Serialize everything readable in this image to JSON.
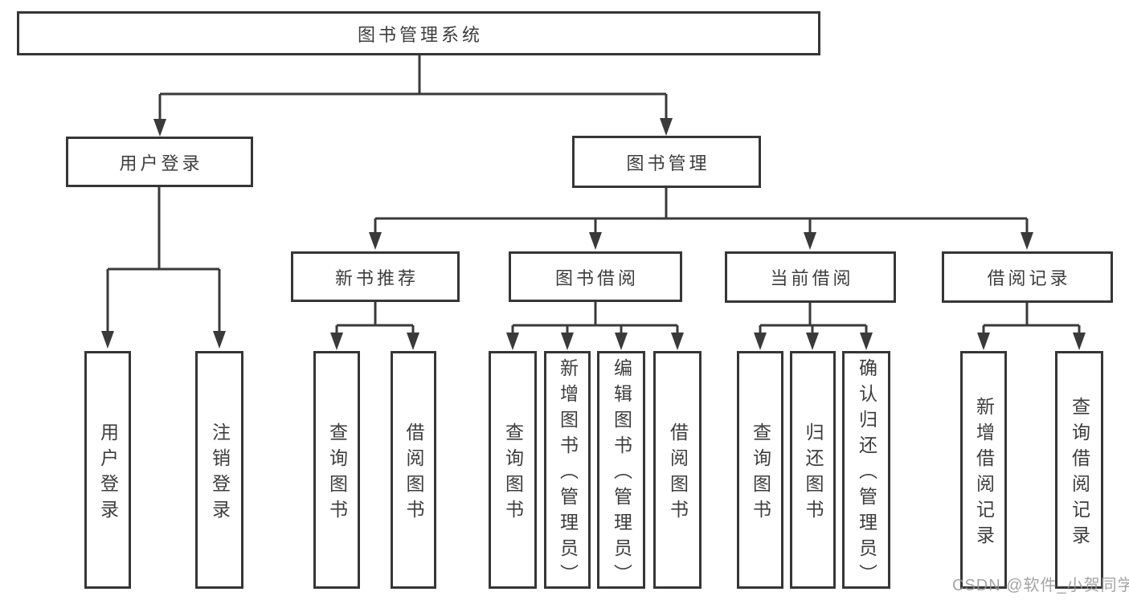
{
  "diagram": {
    "watermark": "CSDN @软件_小贺同学",
    "colors": {
      "line": "#3a3a3a",
      "box_border": "#363636",
      "text": "#3d3d3d",
      "watermark": "#949494",
      "background": "#ffffff"
    }
  },
  "nodes": {
    "root": {
      "label": "图书管理系统"
    },
    "branches": [
      {
        "label": "用户登录",
        "children": [
          {
            "label": "用户登录"
          },
          {
            "label": "注销登录"
          }
        ]
      },
      {
        "label": "图书管理",
        "children": [
          {
            "label": "新书推荐",
            "children": [
              {
                "label": "查询图书"
              },
              {
                "label": "借阅图书"
              }
            ]
          },
          {
            "label": "图书借阅",
            "children": [
              {
                "label": "查询图书"
              },
              {
                "label": "新增图书（管理员）"
              },
              {
                "label": "编辑图书（管理员）"
              },
              {
                "label": "借阅图书"
              }
            ]
          },
          {
            "label": "当前借阅",
            "children": [
              {
                "label": "查询图书"
              },
              {
                "label": "归还图书"
              },
              {
                "label": "确认归还（管理员）"
              }
            ]
          },
          {
            "label": "借阅记录",
            "children": [
              {
                "label": "新增借阅记录"
              },
              {
                "label": "查询借阅记录"
              }
            ]
          }
        ]
      }
    ]
  }
}
